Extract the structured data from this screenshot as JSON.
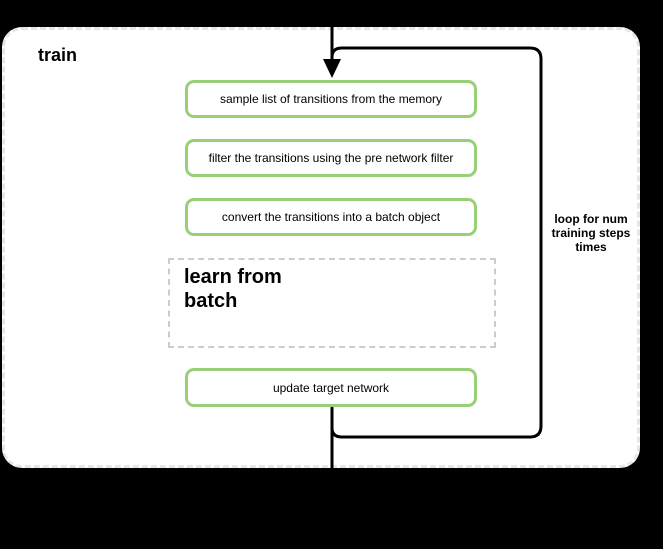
{
  "diagram": {
    "title": "train",
    "steps": [
      {
        "label": "sample list of transitions from the memory"
      },
      {
        "label": "filter the transitions using the pre network filter"
      },
      {
        "label": "convert the transitions into a batch object"
      }
    ],
    "subprocess": {
      "label": "learn from batch"
    },
    "final_step": {
      "label": "update target network"
    },
    "loop_label": "loop for num training steps times",
    "icons": {
      "flow_arrow": "arrow-down-icon"
    },
    "colors": {
      "background": "#000000",
      "container_fill": "#ffffff",
      "container_border": "#e6e6e6",
      "step_border": "#97d077",
      "subprocess_border": "#cccccc",
      "connector": "#000000",
      "text": "#000000"
    }
  }
}
